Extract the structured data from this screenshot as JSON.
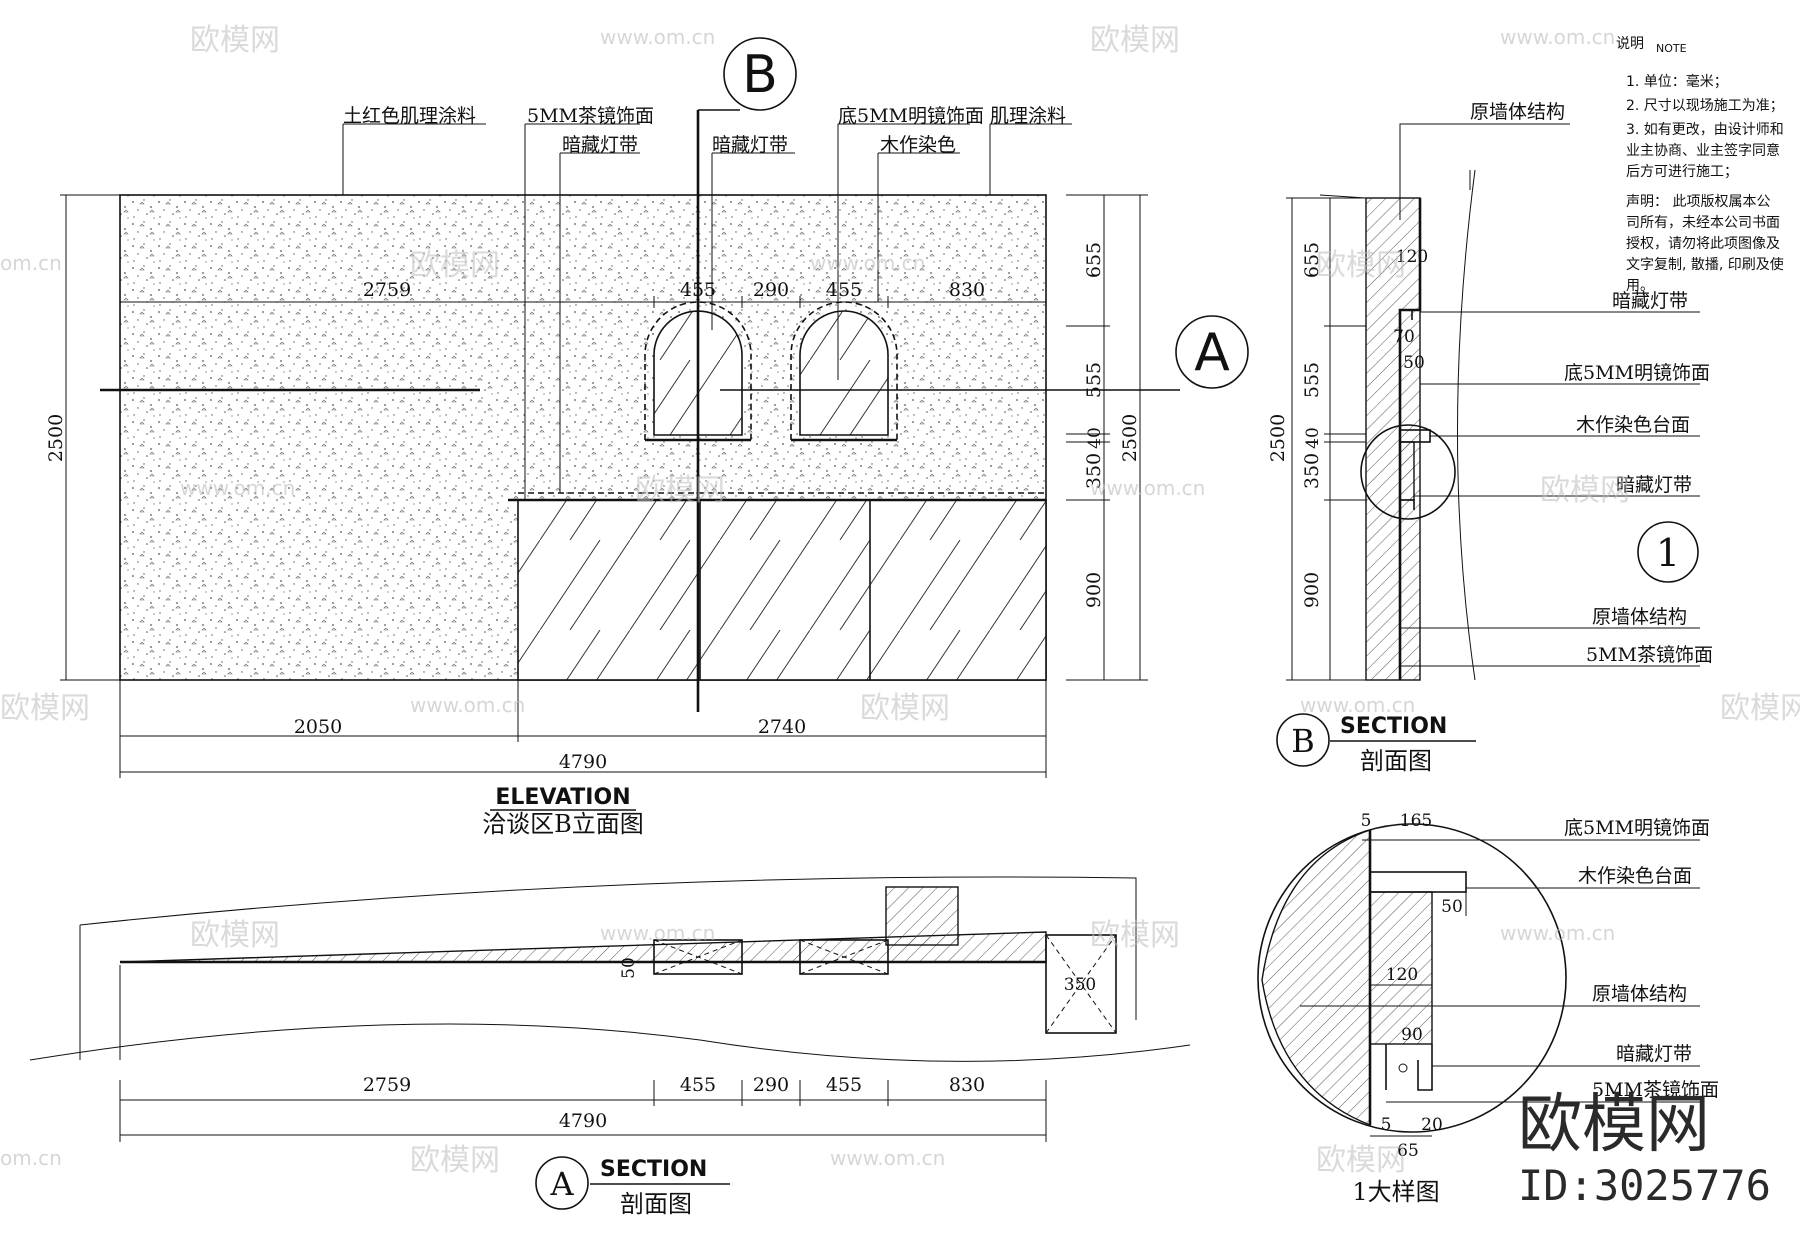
{
  "elevation": {
    "title_en": "ELEVATION",
    "title_cn": "洽谈区B立面图",
    "callouts": [
      "土红色肌理涂料",
      "5MM茶镜饰面",
      "暗藏灯带",
      "暗藏灯带",
      "底5MM明镜饰面",
      "木作染色",
      "肌理涂料"
    ],
    "marker_b": "B",
    "marker_a": "A",
    "dims_top": [
      "2759",
      "455",
      "290",
      "455",
      "830"
    ],
    "dims_bottom": [
      "2050",
      "2740",
      "4790"
    ],
    "dims_right": [
      "655",
      "555",
      "40",
      "350",
      "900",
      "2500"
    ],
    "dim_left": "2500"
  },
  "section_a": {
    "title_en": "SECTION",
    "title_cn": "剖面图",
    "marker": "A",
    "dims": [
      "2759",
      "455",
      "290",
      "455",
      "830",
      "4790"
    ],
    "dim_small": [
      "50",
      "350"
    ]
  },
  "section_b": {
    "title_en": "SECTION",
    "title_cn": "剖面图",
    "marker": "B",
    "callouts": [
      "原墙体结构",
      "暗藏灯带",
      "底5MM明镜饰面",
      "木作染色台面",
      "暗藏灯带",
      "原墙体结构",
      "5MM茶镜饰面"
    ],
    "dims_left": [
      "655",
      "555",
      "40",
      "350",
      "900",
      "2500"
    ],
    "dims_inner": [
      "120",
      "70",
      "50"
    ],
    "detail_marker": "1"
  },
  "detail": {
    "title": "1大样图",
    "callouts": [
      "底5MM明镜饰面",
      "木作染色台面",
      "原墙体结构",
      "暗藏灯带",
      "5MM茶镜饰面"
    ],
    "dims": [
      "5",
      "165",
      "50",
      "120",
      "90",
      "5",
      "20",
      "65"
    ]
  },
  "notes": {
    "header": "说明",
    "header_en": "NOTE",
    "lines": [
      "1. 单位：毫米；",
      "2. 尺寸以现场施工为准；",
      "3. 如有更改，由设计师和",
      "业主协商、业主签字同意",
      "后方可进行施工；",
      "声明：  此项版权属本公",
      "司所有，未经本公司书面",
      "授权，请勿将此项图像及",
      "文字复制, 散播, 印刷及使",
      "用。"
    ]
  },
  "watermark": {
    "brand": "欧模网",
    "url": "www.om.cn",
    "url_short": "om.cn",
    "logo": "欧模网",
    "id": "ID:3025776"
  }
}
